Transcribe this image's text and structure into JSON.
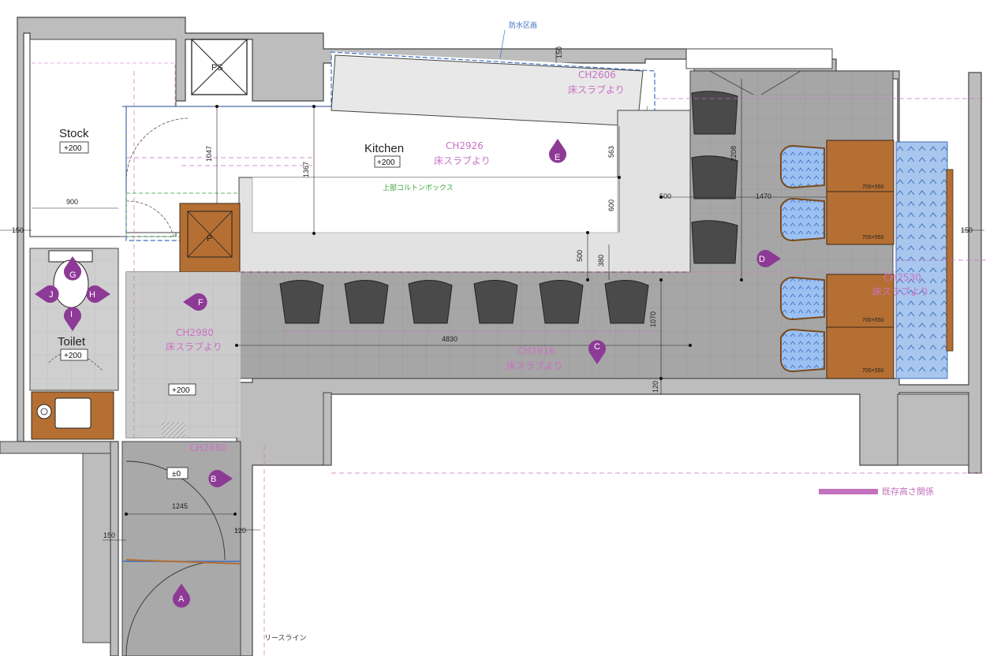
{
  "rooms": {
    "stock": {
      "name": "Stock",
      "level": "+200"
    },
    "kitchen": {
      "name": "Kitchen",
      "level": "+200"
    },
    "toilet": {
      "name": "Toilet",
      "level": "+200"
    },
    "hall_level": "+200",
    "entrance_level": "±0"
  },
  "shafts": {
    "ps": "PS",
    "p": "P"
  },
  "ceiling_heights": {
    "kitchen_ch": "CH2926",
    "kitchen_note": "床スラブより",
    "counter_ch": "CH2606",
    "counter_note": "床スラブより",
    "hall_ch": "CH2980",
    "hall_note": "床スラブより",
    "dining_ch": "CH2916",
    "dining_note": "床スラブより",
    "bench_ch": "CH2530",
    "bench_note": "床スラブより",
    "entrance_ch": "CH2680"
  },
  "notes": {
    "waterproof": "防水区画",
    "upper_box": "上部コルトンボックス",
    "lease_line": "リースライン"
  },
  "dimensions": {
    "d900": "900",
    "d1047": "1047",
    "d1367": "1367",
    "d563": "563",
    "d600": "600",
    "d500a": "500",
    "d500b": "500",
    "d380": "380",
    "d1070": "1070",
    "d4830": "4830",
    "d2208": "2208",
    "d1470": "1470",
    "d150_top": "150",
    "d150_left": "150",
    "d150_right": "150",
    "d150_bottom": "150",
    "d120_a": "120",
    "d120_b": "120",
    "d1245": "1245"
  },
  "tables": [
    "700×550",
    "700×550",
    "700×550",
    "700×550"
  ],
  "viewpoints": [
    "A",
    "B",
    "C",
    "D",
    "E",
    "F",
    "G",
    "H",
    "I",
    "J"
  ],
  "legend": {
    "label": "既存高さ関係",
    "color": "#c471be"
  },
  "colors": {
    "wall": "#bdbdbd",
    "floor_tile": "#a9a9a9",
    "floor_tile_light": "#d2d2d2",
    "wood": "#b56f33",
    "chair": "#4a4a4a",
    "marker": "#8d3a96",
    "bench": "#a8c4ee",
    "chair_blue": "#9cc0f2"
  }
}
